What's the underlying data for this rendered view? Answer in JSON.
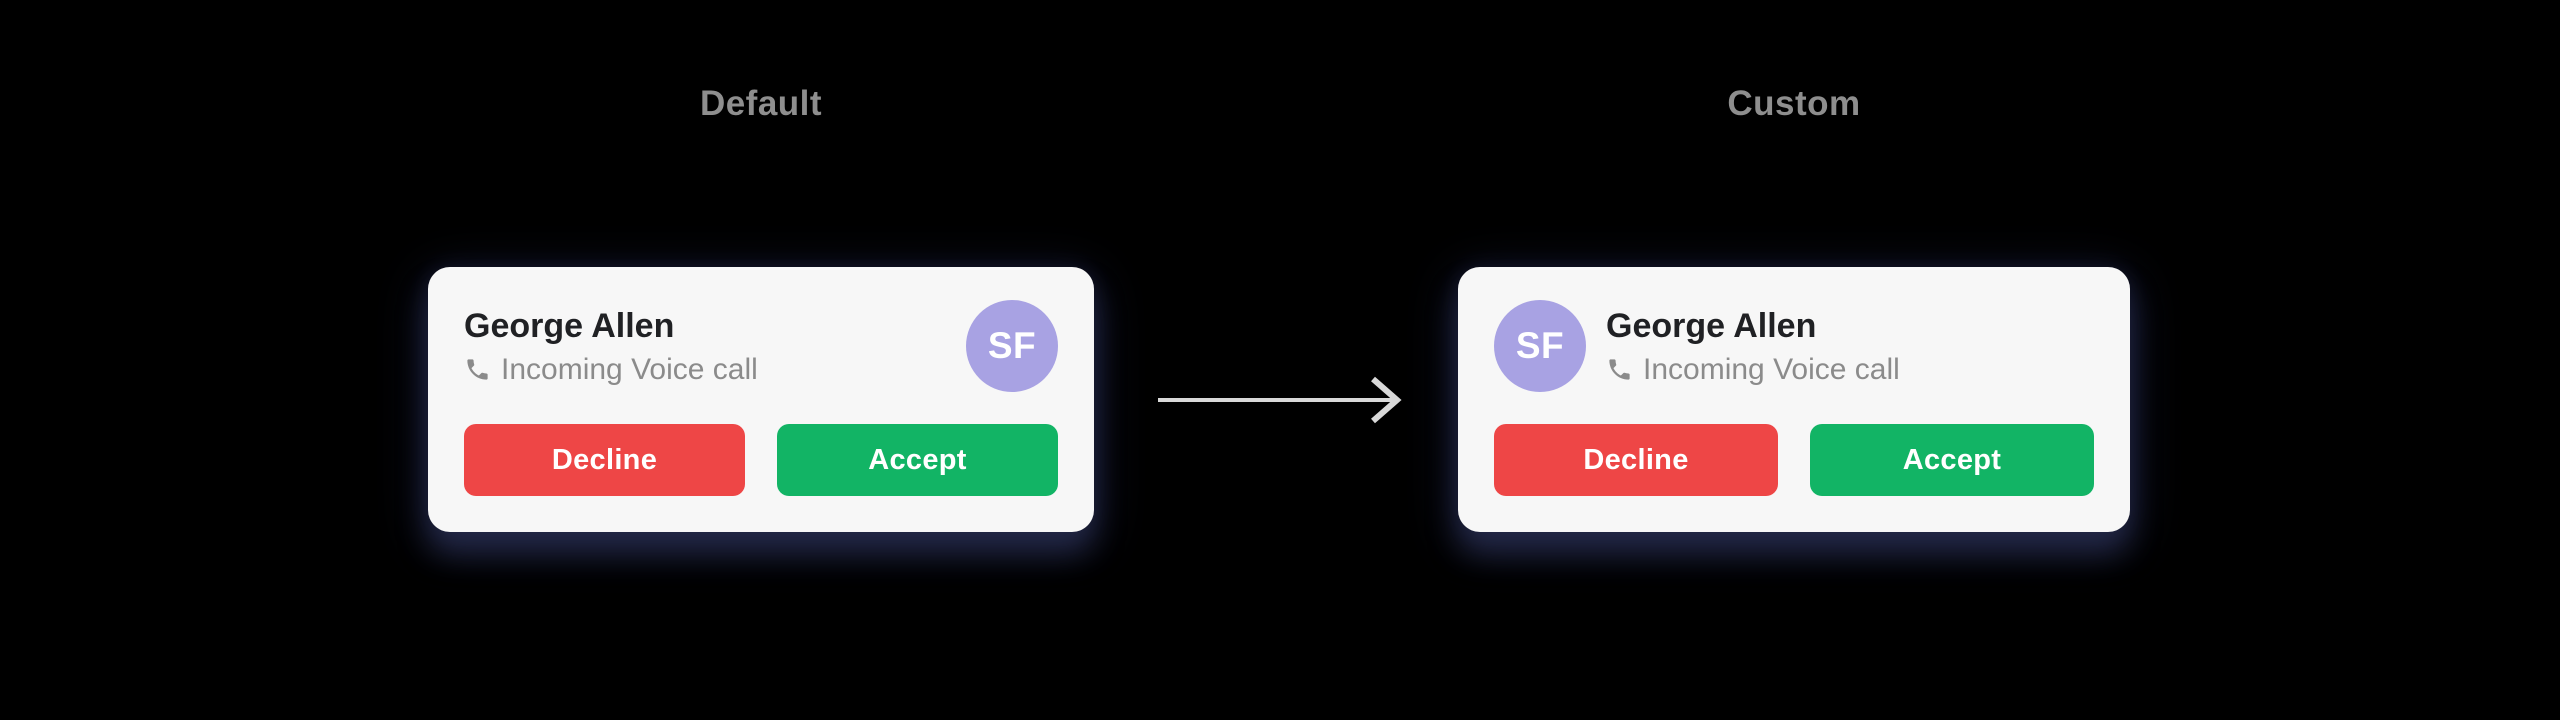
{
  "colors": {
    "page-bg": "#000000",
    "card-bg": "#f7f7f7",
    "title": "#202124",
    "subtitle": "#8b8b8b",
    "label": "#8e8e8e",
    "avatar-bg": "#a8a2e3",
    "avatar-text": "#ffffff",
    "decline": "#ee4646",
    "accept": "#12b465",
    "arrow": "#d9d9d9"
  },
  "sections": [
    {
      "label": "Default",
      "card": {
        "caller_name": "George Allen",
        "call_type": "Incoming Voice call",
        "avatar_initials": "SF",
        "avatar_position": "right",
        "decline_label": "Decline",
        "accept_label": "Accept"
      }
    },
    {
      "label": "Custom",
      "card": {
        "caller_name": "George Allen",
        "call_type": "Incoming Voice call",
        "avatar_initials": "SF",
        "avatar_position": "left",
        "decline_label": "Decline",
        "accept_label": "Accept"
      }
    }
  ]
}
